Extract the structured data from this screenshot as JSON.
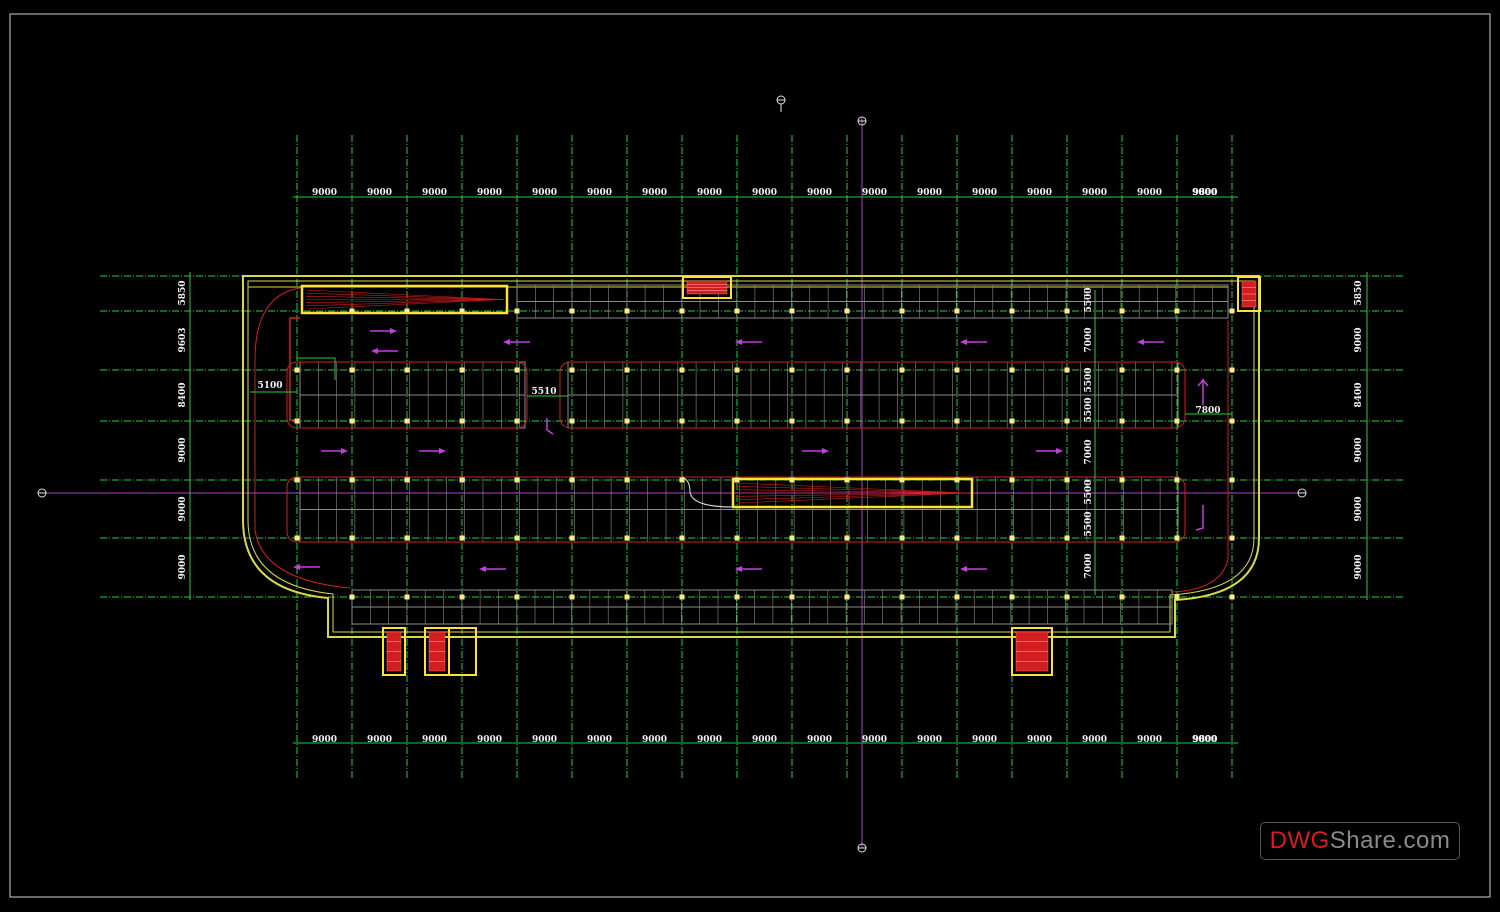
{
  "drawing": {
    "top_dimensions": [
      "9000",
      "9000",
      "9000",
      "9000",
      "9000",
      "9000",
      "9000",
      "9000",
      "9000",
      "9000",
      "9000",
      "9000",
      "9000",
      "9000",
      "9000",
      "9000",
      "9000",
      "9800"
    ],
    "bottom_dimensions": [
      "9000",
      "9000",
      "9000",
      "9000",
      "9000",
      "9000",
      "9000",
      "9000",
      "9000",
      "9000",
      "9000",
      "9000",
      "9000",
      "9000",
      "9000",
      "9000",
      "9000",
      "9800"
    ],
    "left_dimensions": [
      "5850",
      "9603",
      "8400",
      "9000",
      "9000",
      "9000"
    ],
    "right_dimensions": [
      "5850",
      "9000",
      "8400",
      "9000",
      "9000",
      "9000"
    ],
    "inner_dimensions": {
      "left_span": "5100",
      "ramp_gap": "5510",
      "right_span": "7800",
      "column_labels": [
        "5500",
        "7000",
        "5500",
        "5500",
        "7000",
        "5500",
        "5500",
        "7000"
      ]
    },
    "colors": {
      "grid": "#1fcf3a",
      "wall": "#d8d84a",
      "core": "#ffe234",
      "red": "#d21e1e",
      "axis": "#b43ad6",
      "arrow": "#c23ee0",
      "parking": "#8c8c8c"
    }
  },
  "watermark": {
    "part1": "DWG",
    "part2": "Share.com"
  }
}
